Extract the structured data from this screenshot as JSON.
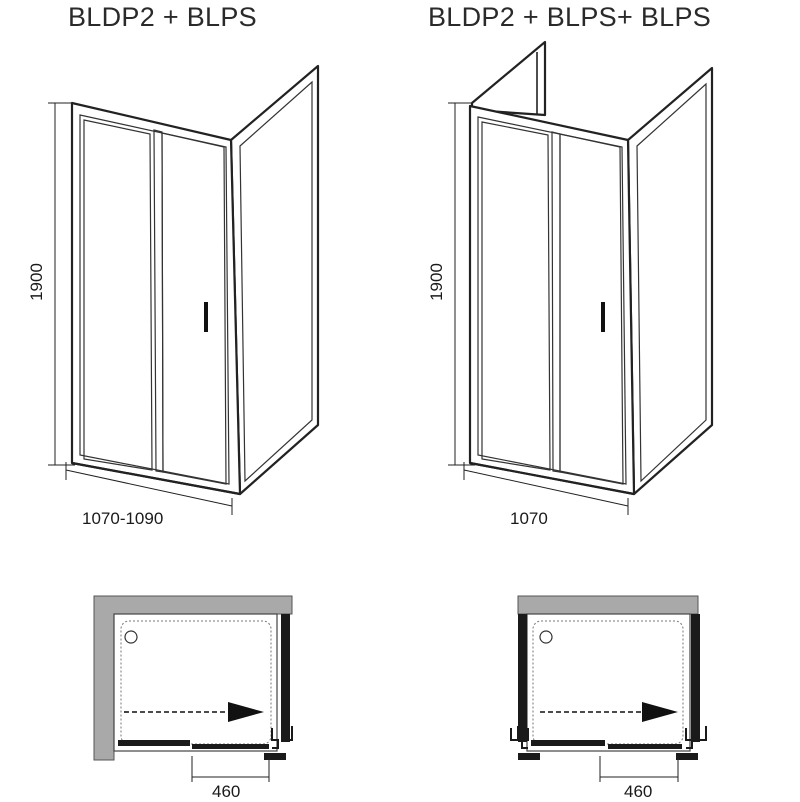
{
  "configs": [
    {
      "title": "BLDP2 + BLPS",
      "height_label": "1900",
      "width_label": "1070-1090",
      "gap_label": "460"
    },
    {
      "title": "BLDP2 + BLPS+ BLPS",
      "height_label": "1900",
      "width_label": "1070",
      "gap_label": "460"
    }
  ],
  "colors": {
    "frame": "#222222",
    "wall": "#a9a9a9",
    "tray": "#ffffff",
    "profile": "#1a1a1a"
  },
  "icons": [
    "sliding-direction-arrow-icon",
    "drain-icon",
    "door-handle-icon"
  ]
}
